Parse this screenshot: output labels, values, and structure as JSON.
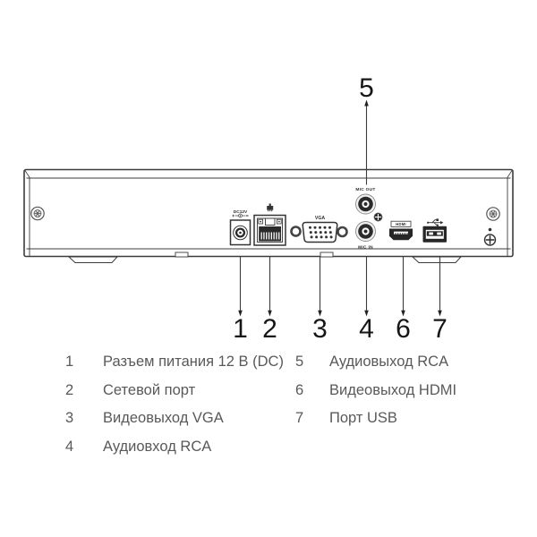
{
  "panel": {
    "dc_label": "DC12V",
    "vga_label": "VGA",
    "mic_out_label": "MIC OUT",
    "mic_in_label": "MIC IN",
    "hdmi_label": "HDMI"
  },
  "callouts": {
    "c1": "1",
    "c2": "2",
    "c3": "3",
    "c4": "4",
    "c5": "5",
    "c6": "6",
    "c7": "7"
  },
  "legend": {
    "left": [
      {
        "num": "1",
        "label": "Разъем питания 12 В (DC)"
      },
      {
        "num": "2",
        "label": "Сетевой порт"
      },
      {
        "num": "3",
        "label": "Видеовыход VGA"
      },
      {
        "num": "4",
        "label": "Аудиовход RCA"
      }
    ],
    "right": [
      {
        "num": "5",
        "label": "Аудиовыход RCA"
      },
      {
        "num": "6",
        "label": "Видеовыход HDMI"
      },
      {
        "num": "7",
        "label": "Порт USB"
      }
    ]
  },
  "colors": {
    "line_art": "#3c3c3c",
    "dark_fill": "#262626",
    "legend_text": "#595959",
    "callout_number": "#161616"
  }
}
